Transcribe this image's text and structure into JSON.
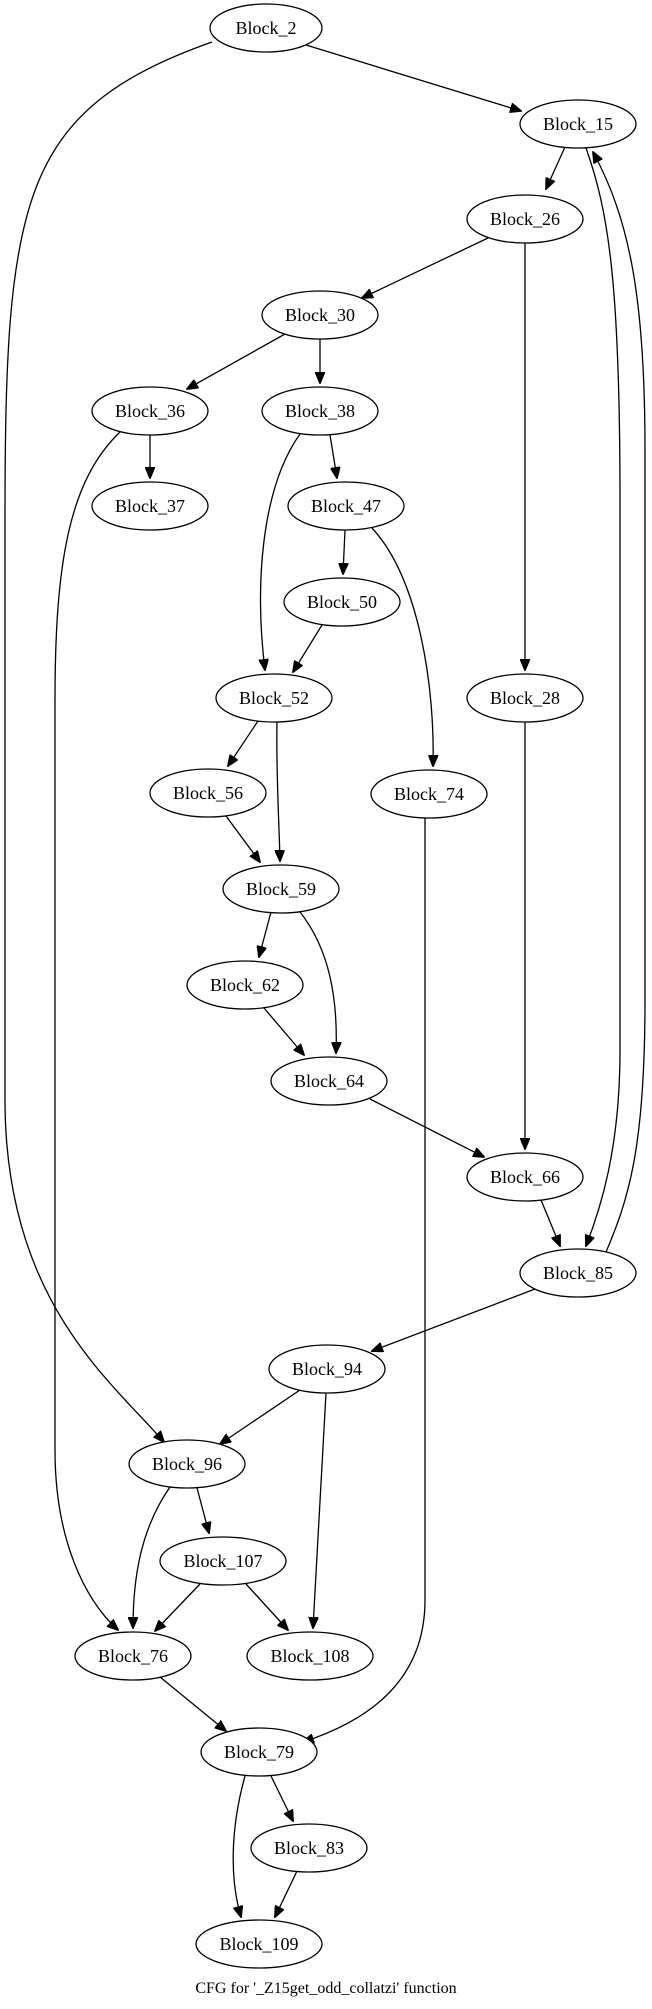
{
  "caption": "CFG for '_Z15get_odd_collatzi' function",
  "nodes": [
    {
      "id": "Block_2",
      "label": "Block_2"
    },
    {
      "id": "Block_15",
      "label": "Block_15"
    },
    {
      "id": "Block_26",
      "label": "Block_26"
    },
    {
      "id": "Block_30",
      "label": "Block_30"
    },
    {
      "id": "Block_36",
      "label": "Block_36"
    },
    {
      "id": "Block_38",
      "label": "Block_38"
    },
    {
      "id": "Block_37",
      "label": "Block_37"
    },
    {
      "id": "Block_47",
      "label": "Block_47"
    },
    {
      "id": "Block_50",
      "label": "Block_50"
    },
    {
      "id": "Block_52",
      "label": "Block_52"
    },
    {
      "id": "Block_28",
      "label": "Block_28"
    },
    {
      "id": "Block_56",
      "label": "Block_56"
    },
    {
      "id": "Block_74",
      "label": "Block_74"
    },
    {
      "id": "Block_59",
      "label": "Block_59"
    },
    {
      "id": "Block_62",
      "label": "Block_62"
    },
    {
      "id": "Block_64",
      "label": "Block_64"
    },
    {
      "id": "Block_66",
      "label": "Block_66"
    },
    {
      "id": "Block_85",
      "label": "Block_85"
    },
    {
      "id": "Block_94",
      "label": "Block_94"
    },
    {
      "id": "Block_96",
      "label": "Block_96"
    },
    {
      "id": "Block_107",
      "label": "Block_107"
    },
    {
      "id": "Block_76",
      "label": "Block_76"
    },
    {
      "id": "Block_108",
      "label": "Block_108"
    },
    {
      "id": "Block_79",
      "label": "Block_79"
    },
    {
      "id": "Block_83",
      "label": "Block_83"
    },
    {
      "id": "Block_109",
      "label": "Block_109"
    }
  ],
  "edges": [
    {
      "from": "Block_2",
      "to": "Block_15"
    },
    {
      "from": "Block_2",
      "to": "Block_96"
    },
    {
      "from": "Block_15",
      "to": "Block_26"
    },
    {
      "from": "Block_15",
      "to": "Block_85"
    },
    {
      "from": "Block_26",
      "to": "Block_30"
    },
    {
      "from": "Block_26",
      "to": "Block_28"
    },
    {
      "from": "Block_30",
      "to": "Block_36"
    },
    {
      "from": "Block_30",
      "to": "Block_38"
    },
    {
      "from": "Block_36",
      "to": "Block_37"
    },
    {
      "from": "Block_36",
      "to": "Block_76"
    },
    {
      "from": "Block_38",
      "to": "Block_47"
    },
    {
      "from": "Block_38",
      "to": "Block_52"
    },
    {
      "from": "Block_47",
      "to": "Block_50"
    },
    {
      "from": "Block_47",
      "to": "Block_74"
    },
    {
      "from": "Block_50",
      "to": "Block_52"
    },
    {
      "from": "Block_52",
      "to": "Block_56"
    },
    {
      "from": "Block_52",
      "to": "Block_59"
    },
    {
      "from": "Block_56",
      "to": "Block_59"
    },
    {
      "from": "Block_59",
      "to": "Block_62"
    },
    {
      "from": "Block_59",
      "to": "Block_64"
    },
    {
      "from": "Block_62",
      "to": "Block_64"
    },
    {
      "from": "Block_64",
      "to": "Block_66"
    },
    {
      "from": "Block_28",
      "to": "Block_66"
    },
    {
      "from": "Block_66",
      "to": "Block_85"
    },
    {
      "from": "Block_85",
      "to": "Block_15"
    },
    {
      "from": "Block_85",
      "to": "Block_94"
    },
    {
      "from": "Block_94",
      "to": "Block_96"
    },
    {
      "from": "Block_94",
      "to": "Block_108"
    },
    {
      "from": "Block_96",
      "to": "Block_107"
    },
    {
      "from": "Block_96",
      "to": "Block_76"
    },
    {
      "from": "Block_107",
      "to": "Block_76"
    },
    {
      "from": "Block_107",
      "to": "Block_108"
    },
    {
      "from": "Block_74",
      "to": "Block_79"
    },
    {
      "from": "Block_76",
      "to": "Block_79"
    },
    {
      "from": "Block_79",
      "to": "Block_83"
    },
    {
      "from": "Block_79",
      "to": "Block_109"
    },
    {
      "from": "Block_83",
      "to": "Block_109"
    }
  ]
}
